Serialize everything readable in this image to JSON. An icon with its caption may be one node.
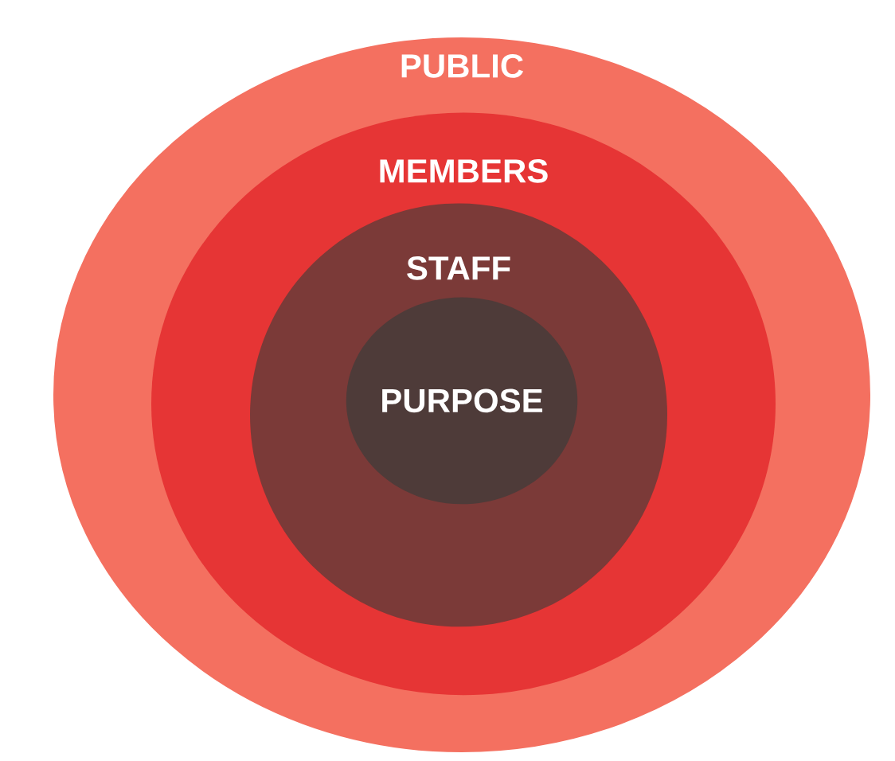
{
  "diagram": {
    "nodes": [
      {
        "text": [
          "PUBLIC"
        ]
      },
      {
        "text": [
          "MEMBERS"
        ],
        "in": 0
      },
      {
        "text": [
          "STAFF"
        ],
        "in": 1
      },
      {
        "text": [
          "PURPOSE"
        ],
        "in": 2
      }
    ]
  }
}
